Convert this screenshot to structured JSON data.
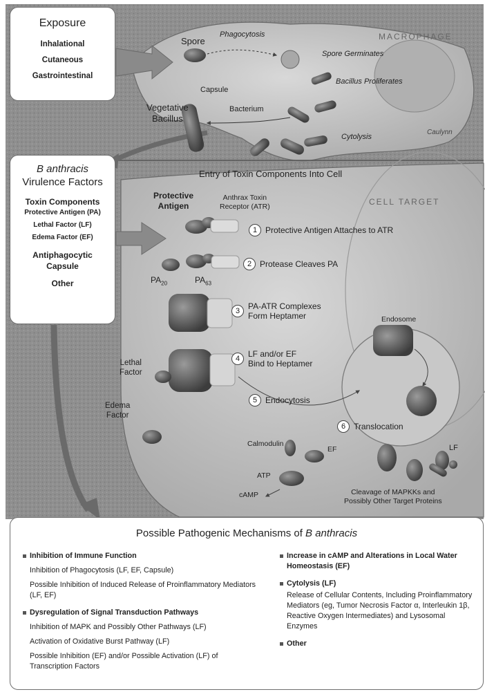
{
  "exposure": {
    "title": "Exposure",
    "routes": [
      "Inhalational",
      "Cutaneous",
      "Gastrointestinal"
    ]
  },
  "macrophage_stage": {
    "region_label": "MACROPHAGE",
    "spore": "Spore",
    "phagocytosis": "Phagocytosis",
    "spore_germinates": "Spore Germinates",
    "bacillus_proliferates": "Bacillus Proliferates",
    "capsule": "Capsule",
    "vegetative_bacillus_line1": "Vegetative",
    "vegetative_bacillus_line2": "Bacillus",
    "bacterium": "Bacterium",
    "cytolysis": "Cytolysis",
    "signature": "Caulynn"
  },
  "virulence": {
    "title_italic": "B anthracis",
    "title_rest": "Virulence Factors",
    "toxin_components": "Toxin Components",
    "toxins": [
      "Protective Antigen (PA)",
      "Lethal Factor (LF)",
      "Edema Factor (EF)"
    ],
    "antiphagocytic_line1": "Antiphagocytic",
    "antiphagocytic_line2": "Capsule",
    "other": "Other"
  },
  "cell_stage": {
    "title": "Entry of Toxin Components Into Cell",
    "region_label": "CELL TARGET",
    "protective_antigen_line1": "Protective",
    "protective_antigen_line2": "Antigen",
    "atr_line1": "Anthrax Toxin",
    "atr_line2": "Receptor (ATR)",
    "pa20": "PA",
    "pa20_sub": "20",
    "pa63": "PA",
    "pa63_sub": "63",
    "lethal_factor_line1": "Lethal",
    "lethal_factor_line2": "Factor",
    "edema_factor_line1": "Edema",
    "edema_factor_line2": "Factor",
    "endosome": "Endosome",
    "lf": "LF",
    "calmodulin": "Calmodulin",
    "ef": "EF",
    "atp": "ATP",
    "camp": "cAMP",
    "cleavage_line1": "Cleavage of MAPKKs and",
    "cleavage_line2": "Possibly Other Target Proteins",
    "steps": [
      {
        "num": "1",
        "text": "Protective Antigen Attaches to ATR"
      },
      {
        "num": "2",
        "text": "Protease Cleaves PA"
      },
      {
        "num": "3",
        "line1": "PA-ATR Complexes",
        "line2": "Form Heptamer"
      },
      {
        "num": "4",
        "line1": "LF and/or EF",
        "line2": "Bind to Heptamer"
      },
      {
        "num": "5",
        "text": "Endocytosis"
      },
      {
        "num": "6",
        "text": "Translocation"
      }
    ]
  },
  "mechanisms": {
    "title_prefix": "Possible Pathogenic Mechanisms of ",
    "title_italic": "B anthracis",
    "left": {
      "immune_heading": "Inhibition of Immune Function",
      "immune_items": [
        "Inhibition of Phagocytosis (LF, EF, Capsule)",
        "Possible Inhibition of Induced Release of Proinflammatory Mediators (LF, EF)"
      ],
      "signal_heading": "Dysregulation of Signal Transduction Pathways",
      "signal_items": [
        "Inhibition of MAPK and Possibly Other Pathways (LF)",
        "Activation of Oxidative Burst Pathway (LF)",
        "Possible Inhibition (EF) and/or Possible Activation (LF) of Transcription Factors"
      ]
    },
    "right": {
      "camp_heading": "Increase in cAMP and Alterations in Local Water Homeostasis (EF)",
      "cytolysis_heading": "Cytolysis (LF)",
      "cytolysis_text": "Release of Cellular Contents, Including Proinflammatory Mediators (eg, Tumor Necrosis Factor α, Interleukin 1β, Reactive Oxygen Intermediates) and Lysosomal Enzymes",
      "other_heading": "Other"
    }
  },
  "colors": {
    "background_texture": "#8f8f8f",
    "cell_fill": "#bcbcbc",
    "box_border": "#6e6e6e",
    "arrow": "#8a8a8a"
  }
}
